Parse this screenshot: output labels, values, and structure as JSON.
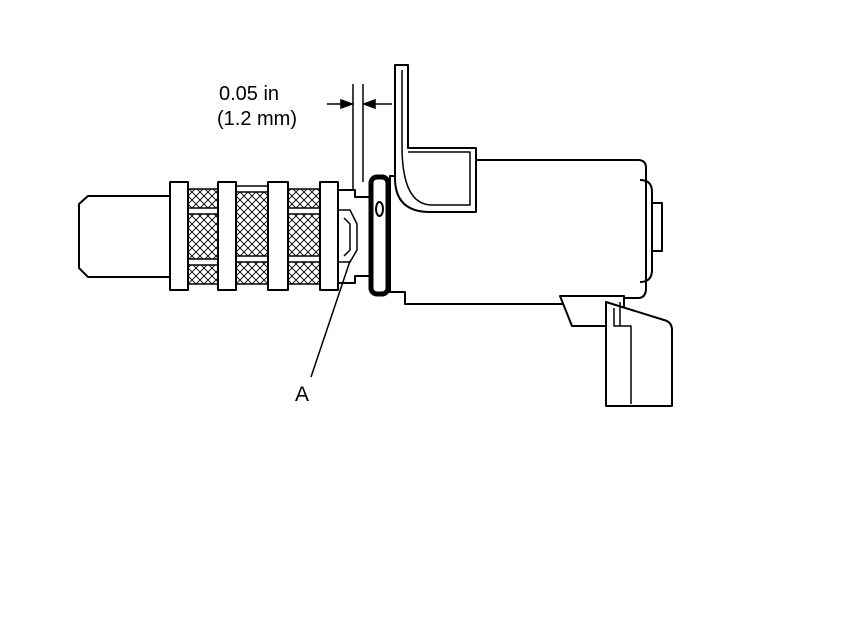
{
  "diagram": {
    "dimension_value_in": "0.05 in",
    "dimension_value_mm": "(1.2 mm)",
    "callout_label": "A"
  },
  "colors": {
    "line": "#000000",
    "background": "#ffffff"
  }
}
